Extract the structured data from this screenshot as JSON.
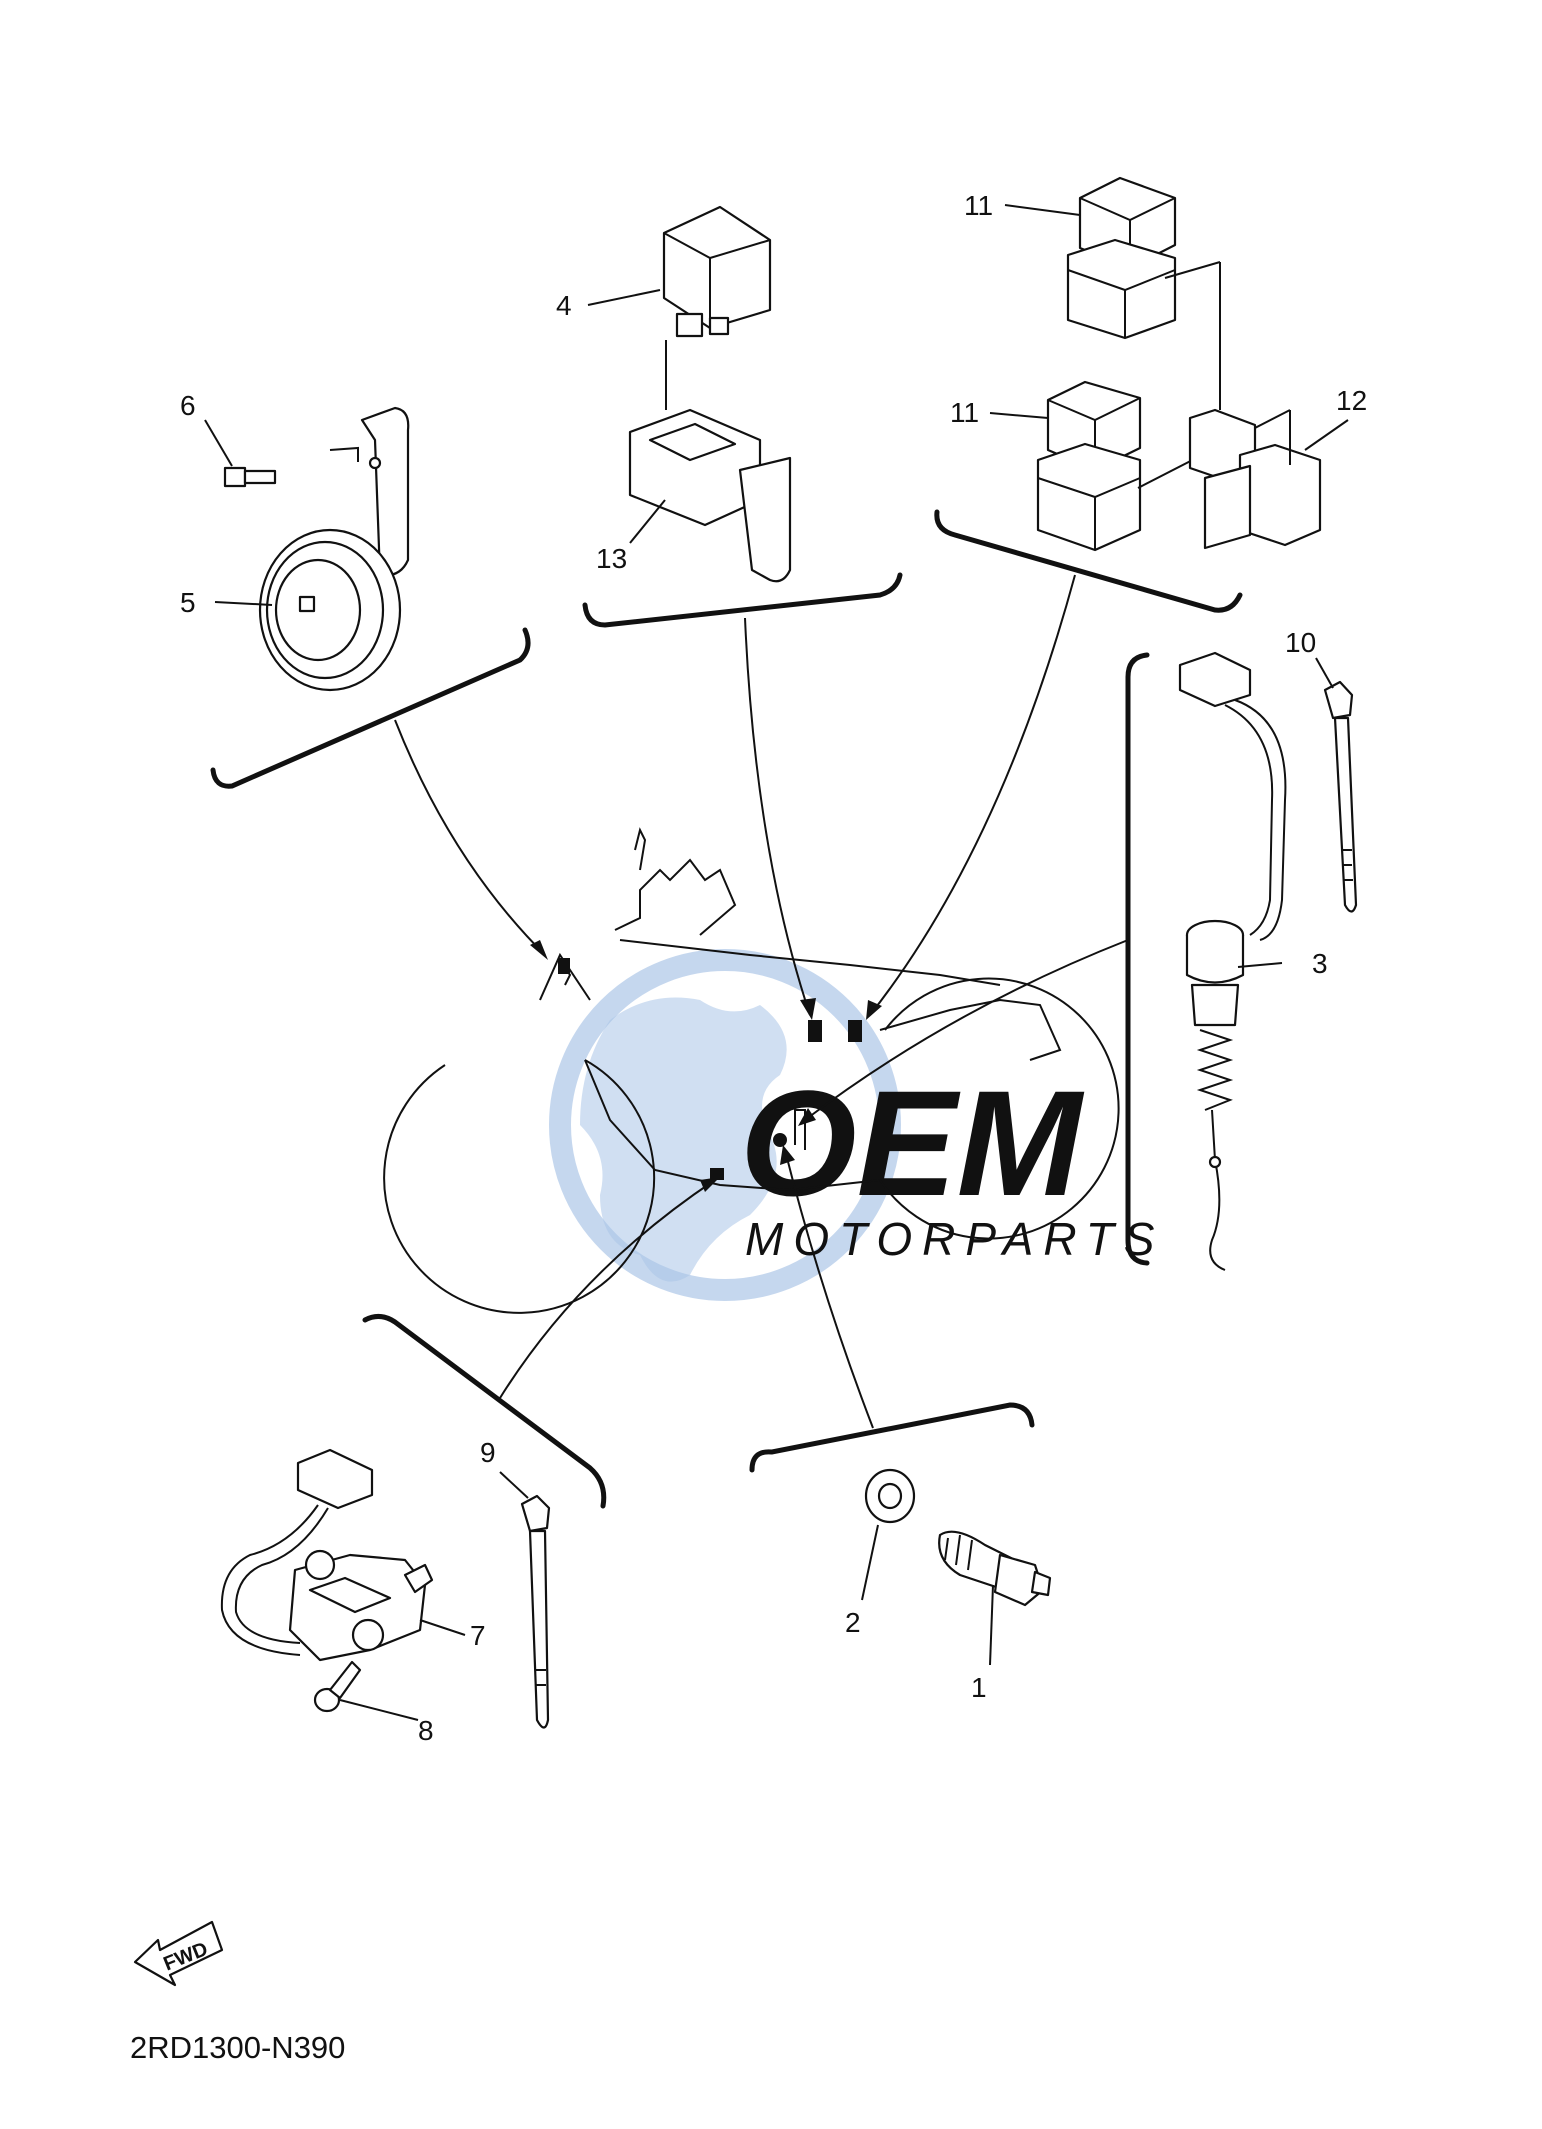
{
  "diagram_code": "2RD1300-N390",
  "fwd_label": "FWD",
  "watermark": {
    "main": "OEM",
    "sub": "MOTORPARTS"
  },
  "callouts": [
    "1",
    "2",
    "3",
    "4",
    "5",
    "6",
    "7",
    "8",
    "9",
    "10",
    "11",
    "11",
    "12",
    "13"
  ],
  "parts": [
    "horn",
    "horn-bolt",
    "fuel-cut-relay",
    "relay-holder",
    "starter-relay-upper",
    "starter-relay-lower",
    "relay-holder-double",
    "thermo-switch",
    "cable-tie-right",
    "speed-sensor",
    "screw",
    "cable-tie-left",
    "washer",
    "oil-pressure-switch"
  ],
  "colors": {
    "line": "#111111",
    "watermark_globe": "#8fb3e0",
    "watermark_text": "#d5dbe3"
  }
}
